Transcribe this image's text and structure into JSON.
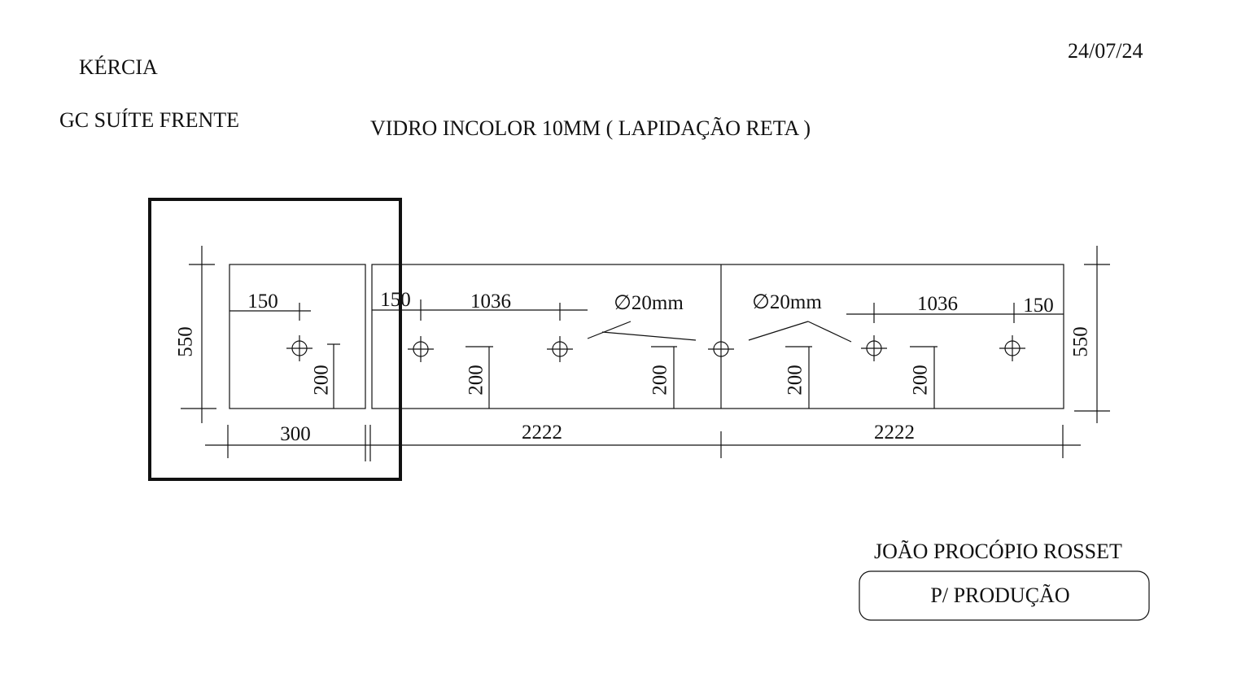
{
  "header": {
    "client": "KÉRCIA",
    "project": "GC SUÍTE FRENTE",
    "date": "24/07/24",
    "glass_spec": "VIDRO INCOLOR 10MM ( LAPIDAÇÃO RETA )"
  },
  "footer": {
    "signer": "JOÃO PROCÓPIO ROSSET",
    "stamp": "P/ PRODUÇÃO"
  },
  "drawing": {
    "dims": {
      "height_left": "550",
      "height_right": "550",
      "width_small": "300",
      "width_panel_a": "2222",
      "width_panel_b": "2222",
      "small_hole_offset": "150",
      "small_hole_height": "200",
      "panel_a_edge_offset": "150",
      "panel_a_spacing": "1036",
      "panel_b_spacing": "1036",
      "panel_b_edge_offset": "150",
      "hole_height_a1": "200",
      "hole_height_a2": "200",
      "hole_height_b1": "200",
      "hole_height_b2": "200",
      "diameter_a": "∅20mm",
      "diameter_b": "∅20mm"
    }
  }
}
